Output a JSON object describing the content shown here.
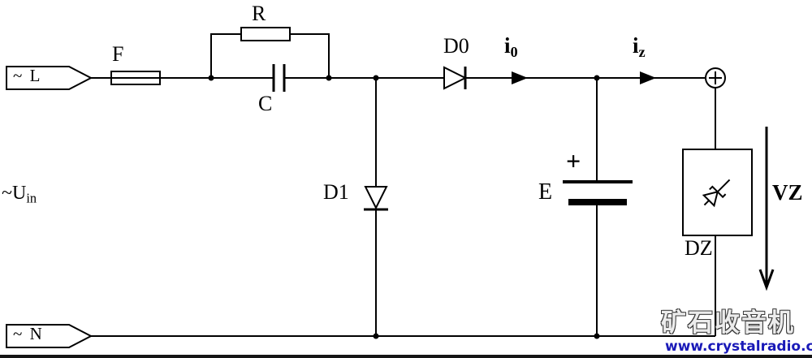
{
  "terminals": {
    "line_label": "~ L",
    "neutral_label": "~ N",
    "plus_sign": "+"
  },
  "source": {
    "uin_base": "~U",
    "uin_sub": "in"
  },
  "components": {
    "fuse": "F",
    "resistor": "R",
    "capacitor": "C",
    "diode_d0": "D0",
    "diode_d1": "D1",
    "reservoir": "E",
    "reservoir_plus": "+",
    "zener": "DZ"
  },
  "currents": {
    "io_base": "i",
    "io_sub": "0",
    "iz_base": "i",
    "iz_sub": "z"
  },
  "voltages": {
    "vz": "VZ"
  },
  "watermark": {
    "site_name": "矿石收音机",
    "site_url": "www.crystalradio.cn"
  },
  "colors": {
    "wire": "#000000",
    "watermark_blue": "#1a1ab8"
  }
}
